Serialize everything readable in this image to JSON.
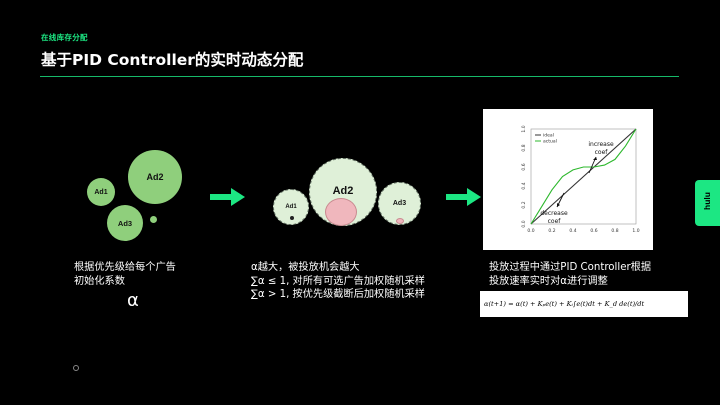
{
  "header": {
    "subtitle": "在线库存分配",
    "title": "基于PID Controller的实时动态分配"
  },
  "panel1": {
    "ad1": "Ad1",
    "ad2": "Ad2",
    "ad3": "Ad3",
    "caption_line1": "根据优先级给每个广告",
    "caption_line2": "初始化系数",
    "alpha": "α"
  },
  "panel2": {
    "ad1": "Ad1",
    "ad2": "Ad2",
    "ad3": "Ad3",
    "caption_line1": "α越大，被投放机会越大",
    "caption_line2": "∑α ≤ 1, 对所有可选广告加权随机采样",
    "caption_line3": "∑α > 1, 按优先级截断后加权随机采样"
  },
  "panel3": {
    "caption_line1": "投放过程中通过PID Controller根据",
    "caption_line2": "投放速率实时对α进行调整",
    "formula": "α(t+1) = α(t) + Kₚe(t) + Kᵢ∫e(t)dt + K_d de(t)/dt"
  },
  "chart_data": {
    "type": "line",
    "series": [
      {
        "name": "ideal",
        "color": "#333333",
        "x": [
          0,
          1
        ],
        "y": [
          0,
          1
        ]
      },
      {
        "name": "actual",
        "color": "#2db82d",
        "x": [
          0,
          0.1,
          0.2,
          0.3,
          0.4,
          0.5,
          0.6,
          0.7,
          0.8,
          0.9,
          1.0
        ],
        "y": [
          0,
          0.18,
          0.36,
          0.5,
          0.57,
          0.6,
          0.6,
          0.62,
          0.68,
          0.82,
          1.0
        ]
      }
    ],
    "xlim": [
      0,
      1
    ],
    "ylim": [
      0,
      1
    ],
    "xticks": [
      "0.0",
      "0.2",
      "0.4",
      "0.6",
      "0.8",
      "1.0"
    ],
    "yticks": [
      "0.0",
      "0.2",
      "0.4",
      "0.6",
      "0.8",
      "1.0"
    ],
    "annotations": [
      "increase coef",
      "decrease coef"
    ],
    "legend": "top-left"
  },
  "side_tab": {
    "label": "hulu"
  },
  "colors": {
    "accent": "#1ce783",
    "bubble": "#8fcf7c",
    "highlight": "#f0b7bd"
  }
}
